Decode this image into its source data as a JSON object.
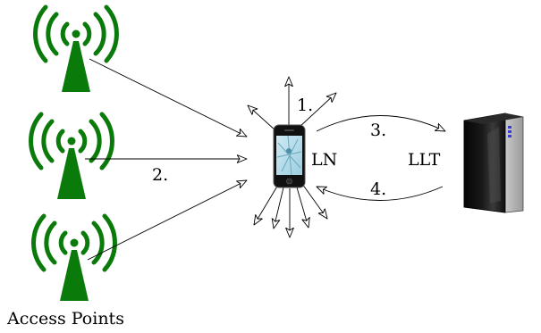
{
  "labels": {
    "step1": "1.",
    "step2": "2.",
    "step3": "3.",
    "step4": "4.",
    "ln": "LN",
    "llt": "LLT",
    "access_points": "Access Points"
  },
  "colors": {
    "access_point": "#0a7a0a",
    "arrow": "#000000",
    "server_body": "#111111",
    "server_led": "#3b3bd6"
  },
  "icons": {
    "access_point": "wifi-access-point-icon",
    "node": "smartphone-icon",
    "server": "server-tower-icon"
  }
}
